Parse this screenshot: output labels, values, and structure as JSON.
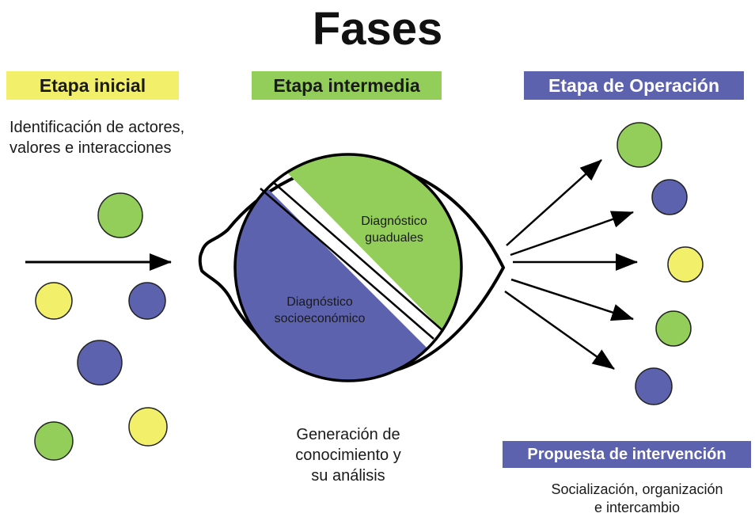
{
  "title": "Fases",
  "stages": {
    "initial": {
      "label": "Etapa inicial",
      "description": [
        "Identificación de actores,",
        "valores e interacciones"
      ],
      "color": "#f2ef6b"
    },
    "intermediate": {
      "label": "Etapa intermedia",
      "description": [
        "Generación de",
        "conocimiento y",
        "su análisis"
      ],
      "color": "#93cd5a"
    },
    "operation": {
      "label": "Etapa de Operación",
      "description": [
        "Socialización, organización",
        "e intercambio"
      ],
      "color": "#5c62ae"
    }
  },
  "lens": {
    "top_segment": [
      "Diagnóstico",
      "guaduales"
    ],
    "bottom_segment": [
      "Diagnóstico",
      "socioeconómico"
    ]
  },
  "output_label": "Propuesta de intervención",
  "colors": {
    "green": "#93cd5a",
    "blue": "#5c62ae",
    "yellow": "#f2ef6b"
  }
}
